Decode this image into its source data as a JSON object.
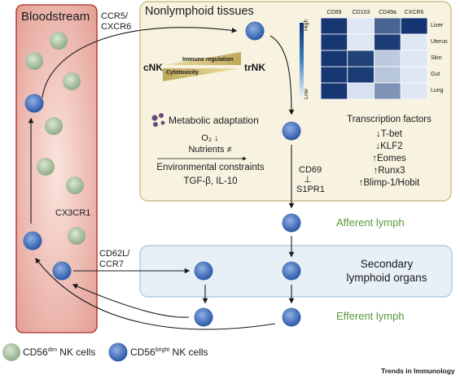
{
  "bloodstream": {
    "title": "Bloodstream",
    "receptor_label": "CX3CR1"
  },
  "nonlymphoid": {
    "title": "Nonlymphoid tissues",
    "entry_receptors": "CCR5/\nCXCR6",
    "spectrum": {
      "left": "cNK",
      "right": "trNK",
      "upper": "Immune regulation",
      "lower": "Cytotoxicity"
    },
    "metabolic": "Metabolic adaptation",
    "o2_line": "O₂ ↓",
    "nutrients_line": "Nutrients ≠",
    "env_constraints": "Environmental constraints",
    "cytokines": "TGF-β, IL-10",
    "tf_title": "Transcription factors",
    "tf_list": [
      "↓T-bet",
      "↓KLF2",
      "↑Eomes",
      "↑Runx3",
      "↑Blimp-1/Hobit"
    ],
    "egress": {
      "top": "CD69",
      "symbol": "⊥",
      "bottom": "S1PR1"
    }
  },
  "heatmap": {
    "columns": [
      "CD69",
      "CD103",
      "CD49a",
      "CXCR6"
    ],
    "rows": [
      "Liver",
      "Uterus",
      "Skin",
      "Gut",
      "Lung"
    ],
    "values": [
      [
        0.95,
        0.05,
        0.72,
        0.96
      ],
      [
        0.95,
        0.05,
        0.92,
        0.05
      ],
      [
        0.95,
        0.9,
        0.2,
        0.05
      ],
      [
        0.95,
        0.93,
        0.22,
        0.05
      ],
      [
        0.95,
        0.08,
        0.48,
        0.05
      ]
    ],
    "scale_high": "High",
    "scale_low": "Low",
    "color_high": "#0b2d6b",
    "color_low": "#e9f1fa"
  },
  "lymph": {
    "afferent": "Afferent lymph",
    "efferent": "Efferent lymph",
    "sln": "Secondary\nlymphoid organs",
    "sln_entry": "CD62L/\nCCR7"
  },
  "legend": {
    "dim_prefix": "CD56",
    "dim_sup": "dim",
    "dim_suffix": " NK cells",
    "bright_prefix": "CD56",
    "bright_sup": "bright",
    "bright_suffix": " NK cells"
  },
  "credit": "Trends in Immunology",
  "colors": {
    "blood_fill": "#e9a59c",
    "blood_border": "#b4463f",
    "tissue_fill": "#f8f3e0",
    "tissue_border": "#cbbf88",
    "sln_fill": "#e8f0f7",
    "sln_border": "#a9c2da",
    "green_text": "#5a9a3c",
    "dim_cell": "#9bb593",
    "bright_cell": "#3163b1"
  }
}
